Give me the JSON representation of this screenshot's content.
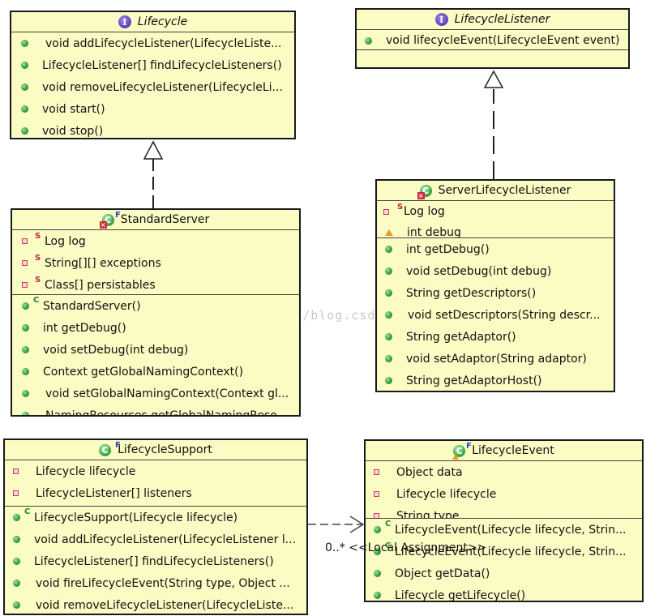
{
  "classes": {
    "lifecycle": {
      "name": "Lifecycle",
      "operations": [
        "void addLifecycleListener(LifecycleListe...",
        "LifecycleListener[] findLifecycleListeners()",
        "void removeLifecycleListener(LifecycleLi...",
        "void start()",
        "void stop()"
      ]
    },
    "lifecycle_listener": {
      "name": "LifecycleListener",
      "operations": [
        "void lifecycleEvent(LifecycleEvent event)"
      ]
    },
    "standard_server": {
      "name": "StandardServer",
      "final_marker": "F",
      "attributes": [
        {
          "text": "Log log",
          "marker": "S"
        },
        {
          "text": "String[][] exceptions",
          "marker": "S"
        },
        {
          "text": "Class[] persistables",
          "marker": "S"
        }
      ],
      "constructor_marker": "C",
      "operations": [
        "StandardServer()",
        "int getDebug()",
        "void setDebug(int debug)",
        "Context getGlobalNamingContext()",
        "void setGlobalNamingContext(Context gl...",
        "NamingResources getGlobalNamingReso..."
      ]
    },
    "server_lifecycle_listener": {
      "name": "ServerLifecycleListener",
      "attributes": [
        {
          "text": "Log log",
          "marker": "S"
        },
        {
          "text": "int debug",
          "marker": ""
        }
      ],
      "operations": [
        "int getDebug()",
        "void setDebug(int debug)",
        "String getDescriptors()",
        "void setDescriptors(String descr...",
        "String getAdaptor()",
        "void setAdaptor(String adaptor)",
        "String getAdaptorHost()"
      ]
    },
    "lifecycle_support": {
      "name": "LifecycleSupport",
      "final_marker": "F",
      "attributes": [
        {
          "text": "Lifecycle lifecycle"
        },
        {
          "text": "LifecycleListener[] listeners"
        }
      ],
      "constructor_marker": "C",
      "operations": [
        "LifecycleSupport(Lifecycle lifecycle)",
        "void addLifecycleListener(LifecycleListener l...",
        "LifecycleListener[] findLifecycleListeners()",
        "void fireLifecycleEvent(String type, Object ...",
        "void removeLifecycleListener(LifecycleListe..."
      ]
    },
    "lifecycle_event": {
      "name": "LifecycleEvent",
      "final_marker": "F",
      "attributes": [
        {
          "text": "Object data"
        },
        {
          "text": "Lifecycle lifecycle"
        },
        {
          "text": "String type"
        }
      ],
      "constructor_marker": "C",
      "operations": [
        "LifecycleEvent(Lifecycle lifecycle, Strin...",
        "LifecycleEvent(Lifecycle lifecycle, Strin...",
        "Object getData()",
        "Lifecycle getLifecycle()"
      ]
    }
  },
  "association": {
    "multiplicity": "0..*",
    "stereotype": "<<Local Assignment>>"
  },
  "watermark": "http://blog.csdn.net/"
}
